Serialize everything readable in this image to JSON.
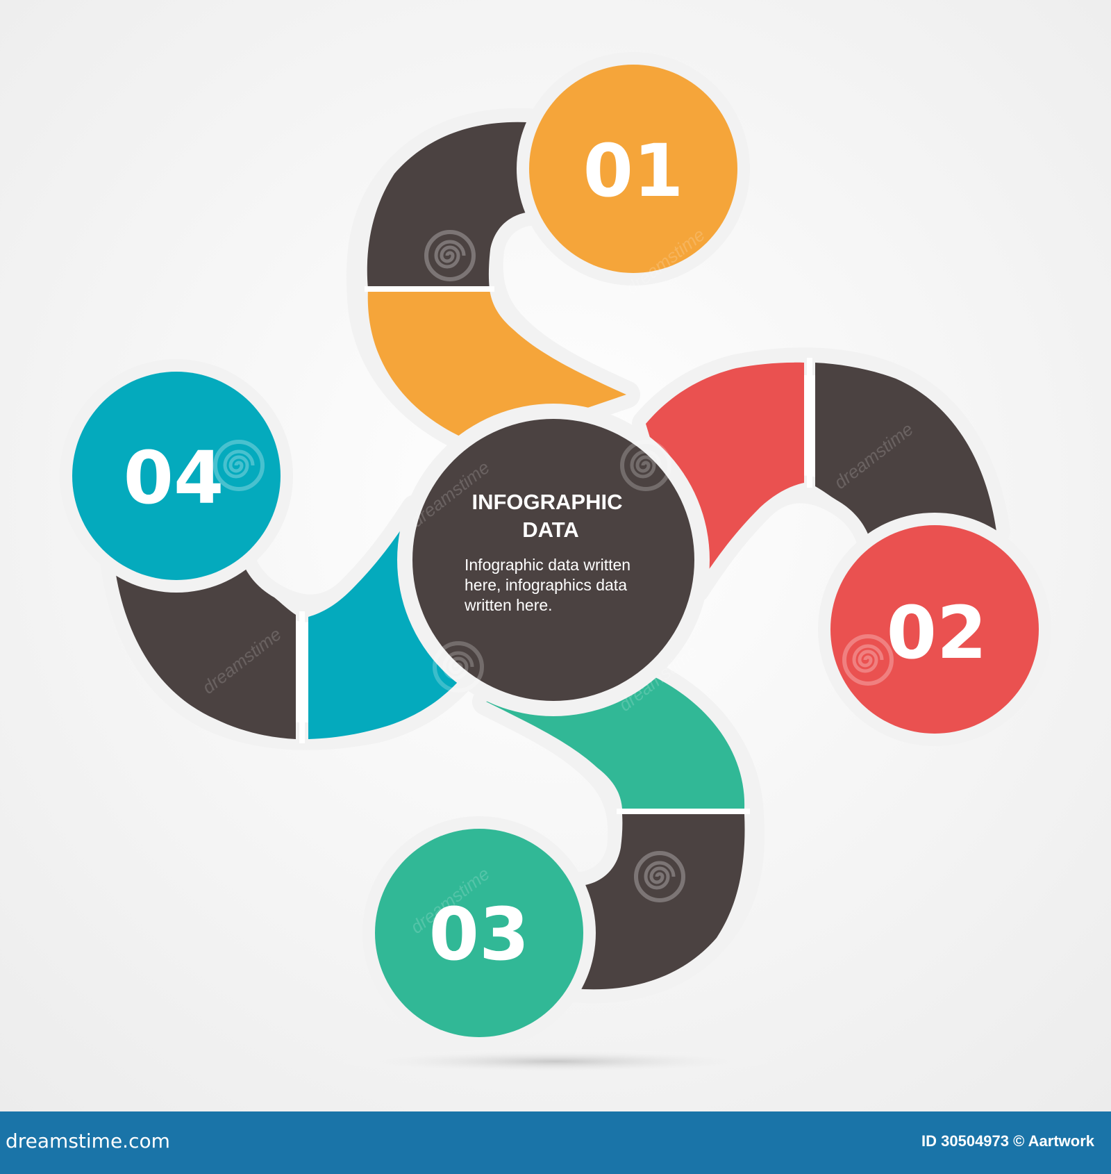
{
  "diagram": {
    "center": {
      "title_line1": "INFOGRAPHIC",
      "title_line2": "DATA",
      "body_line1": "Infographic data written",
      "body_line2": "here, infographics data",
      "body_line3": "written here."
    },
    "steps": [
      {
        "label": "01",
        "color": "#f5a53a"
      },
      {
        "label": "02",
        "color": "#ea5150"
      },
      {
        "label": "03",
        "color": "#31b896"
      },
      {
        "label": "04",
        "color": "#04aabd"
      }
    ],
    "dark_color": "#4b4241"
  },
  "watermark": {
    "text": "dreamstime"
  },
  "footer": {
    "site": "dreamstime.com",
    "credit": "ID 30504973 © Aartwork"
  }
}
